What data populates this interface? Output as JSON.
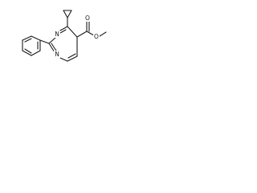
{
  "structure": {
    "atoms": {
      "nitrogen_1": "N",
      "nitrogen_2": "N",
      "carbonyl_oxygen": "O",
      "ester_oxygen": "O"
    }
  }
}
